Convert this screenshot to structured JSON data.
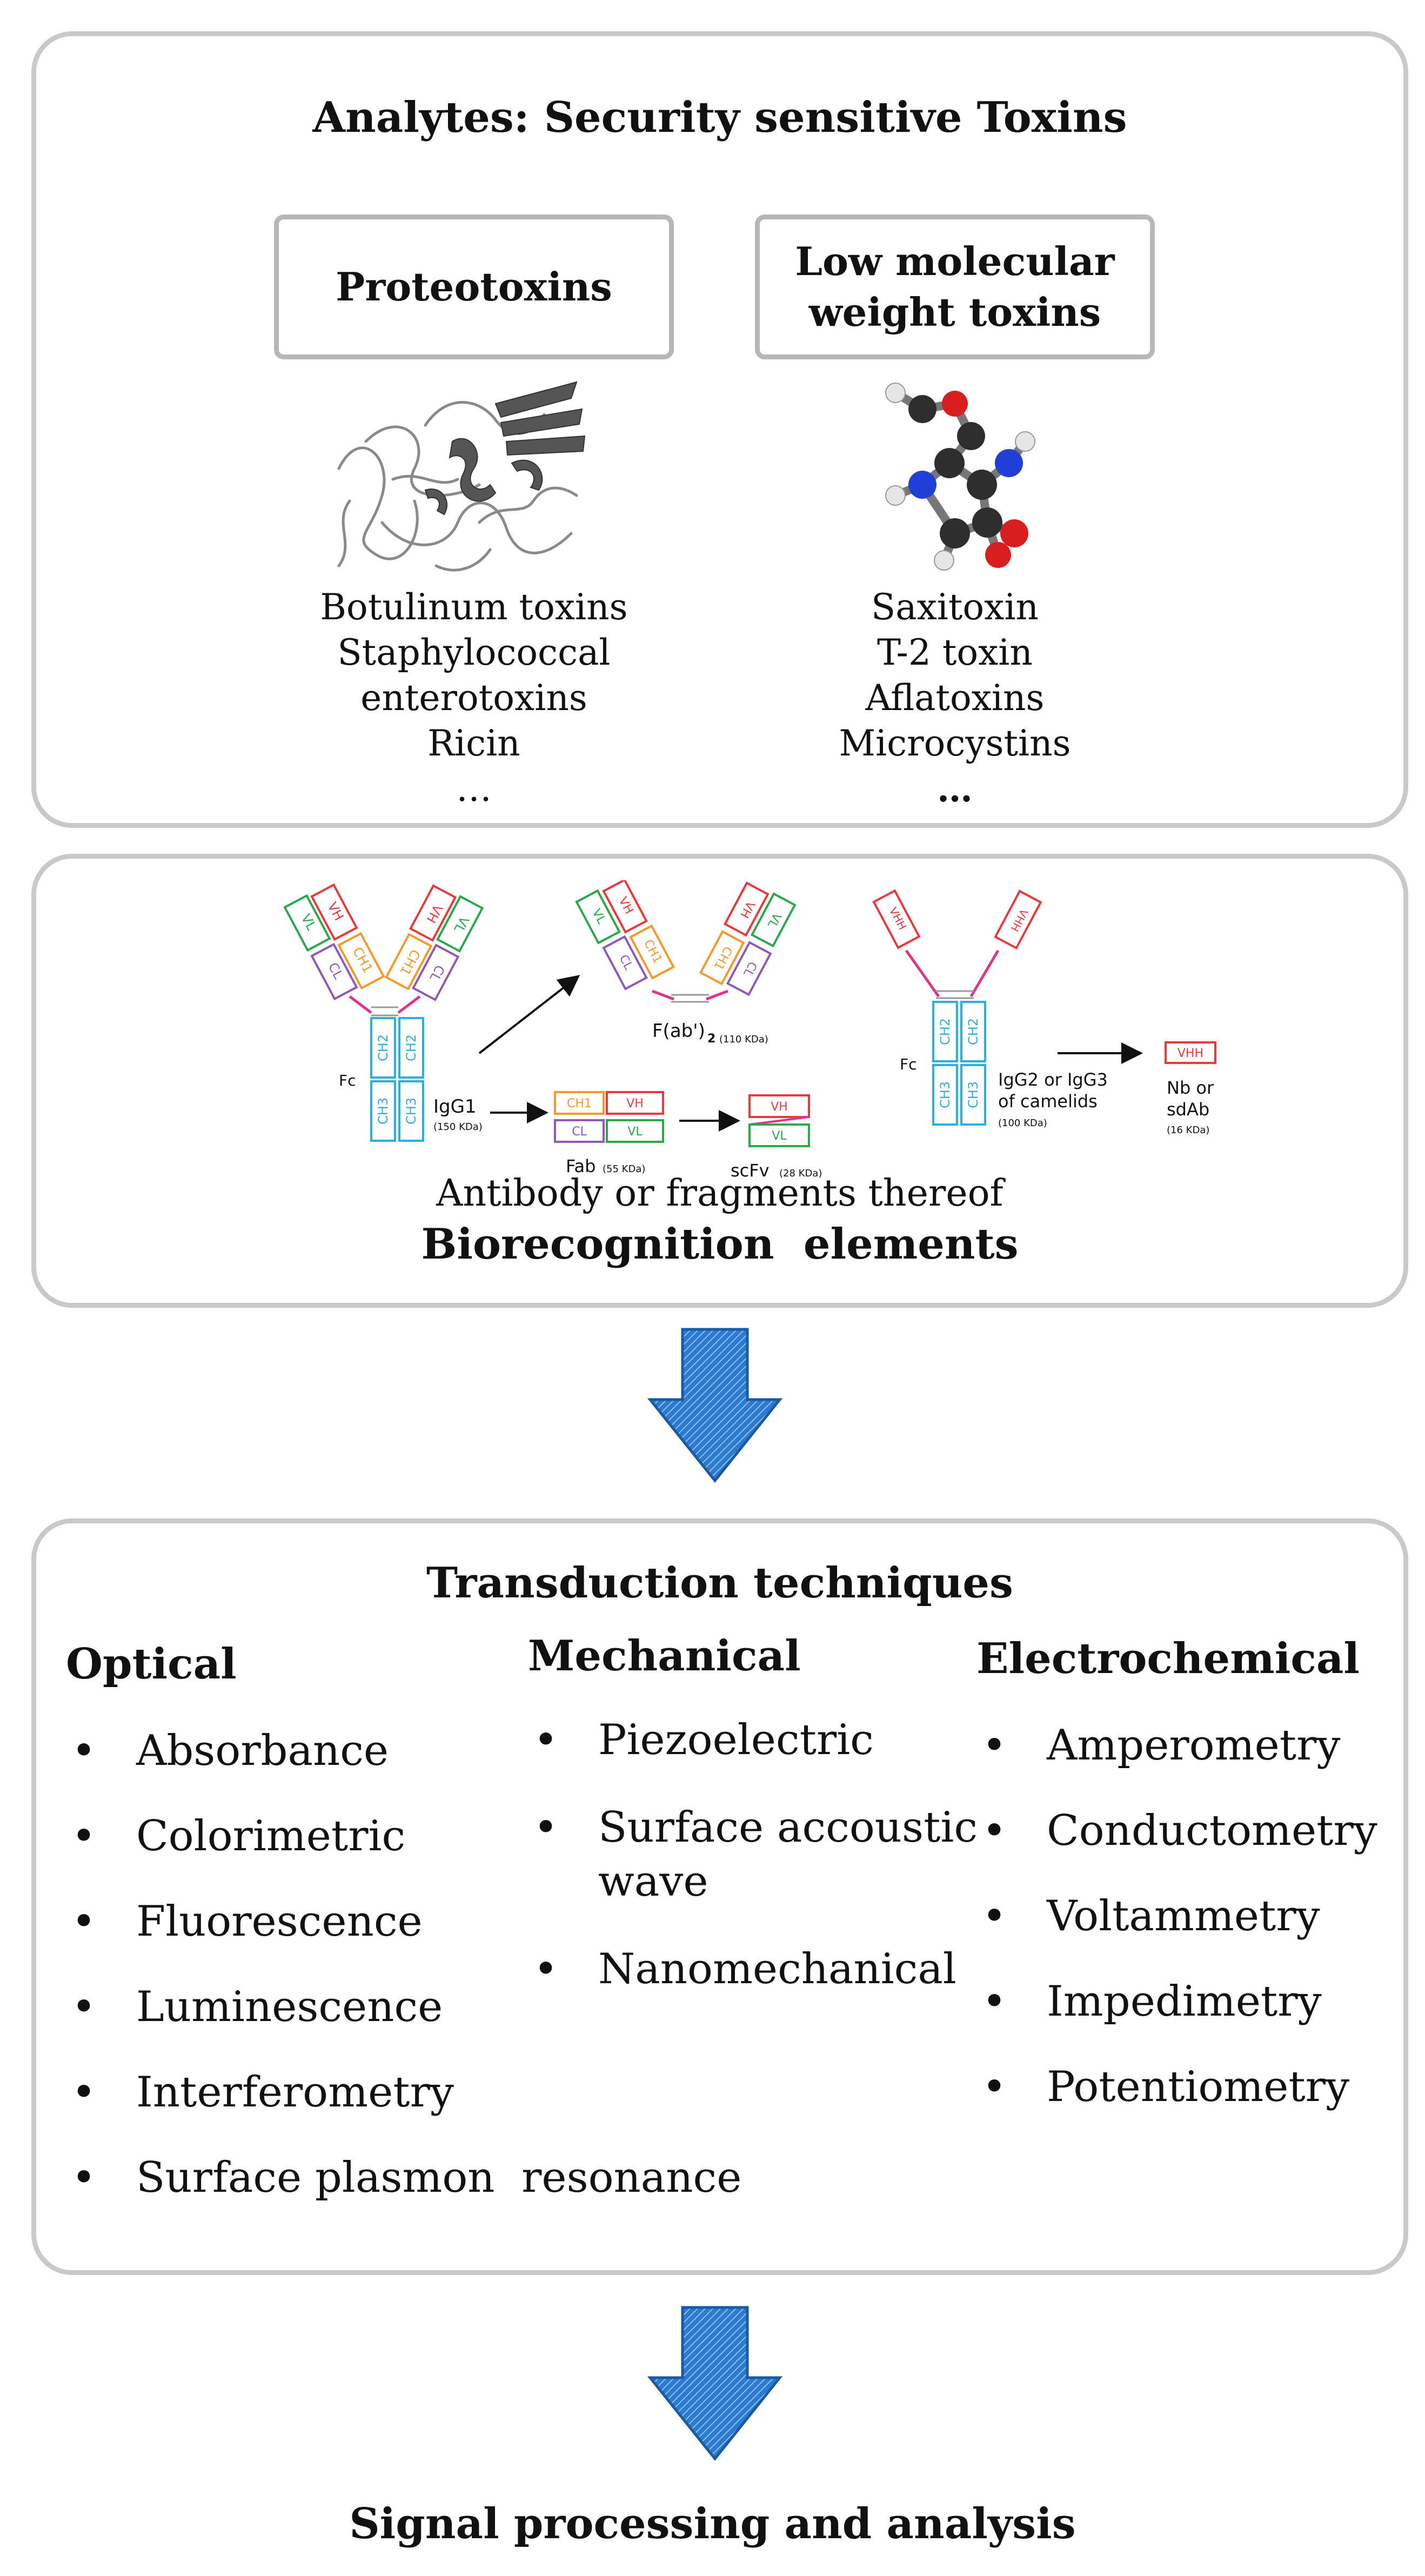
{
  "analytes": {
    "title": "Analytes: Security sensitive Toxins",
    "proteotoxins": {
      "label": "Proteotoxins",
      "examples": [
        "Botulinum toxins",
        "Staphylococcal",
        "enterotoxins",
        "Ricin",
        "…"
      ]
    },
    "lmw": {
      "label_line1": "Low molecular",
      "label_line2": "weight toxins",
      "examples": [
        "Saxitoxin",
        "T-2 toxin",
        "Aflatoxins",
        "Microcystins",
        "…"
      ]
    }
  },
  "biorecognition": {
    "subtitle": "Antibody or fragments thereof",
    "title": "Biorecognition  elements",
    "diagram": {
      "igg1": "IgG1",
      "igg1_size": "(150 KDa)",
      "fc": "Fc",
      "fc2": "Fc",
      "fab2": "F(ab')",
      "fab2_sub": "2",
      "fab2_size": "(110 KDa)",
      "fab": "Fab",
      "fab_size": "(55 KDa)",
      "scfv": "scFv",
      "scfv_size": "(28 KDa)",
      "camelid_line1": "IgG2 or IgG3",
      "camelid_line2": "of camelids",
      "camelid_size": "(100 KDa)",
      "nb_line1": "Nb or",
      "nb_line2": "sdAb",
      "nb_size": "(16 KDa)",
      "domains": {
        "vh": "VH",
        "vl": "VL",
        "ch1": "CH1",
        "ch2": "CH2",
        "ch3": "CH3",
        "cl": "CL",
        "vhh": "VHH"
      }
    }
  },
  "transduction": {
    "title": "Transduction techniques",
    "optical": {
      "heading": "Optical",
      "items": [
        "Absorbance",
        "Colorimetric",
        "Fluorescence",
        "Luminescence",
        "Interferometry",
        "Surface plasmon  resonance"
      ]
    },
    "mechanical": {
      "heading": "Mechanical",
      "items": [
        "Piezoelectric",
        "Surface accoustic wave",
        "Nanomechanical"
      ]
    },
    "electrochemical": {
      "heading": "Electrochemical",
      "items": [
        "Amperometry",
        "Conductometry",
        "Voltammetry",
        "Impedimetry",
        "Potentiometry"
      ]
    }
  },
  "output": {
    "title": "Signal processing and analysis"
  },
  "colors": {
    "panel_border": "#c9c9c9",
    "arrow_fill": "#2c7bd1",
    "arrow_stroke": "#1a5aa3",
    "vh": "#e8393f",
    "vl": "#2aa84a",
    "ch1": "#f39a2b",
    "cl": "#8e5ab8",
    "fc": "#2bb0d8",
    "hinge": "#e0338a"
  }
}
